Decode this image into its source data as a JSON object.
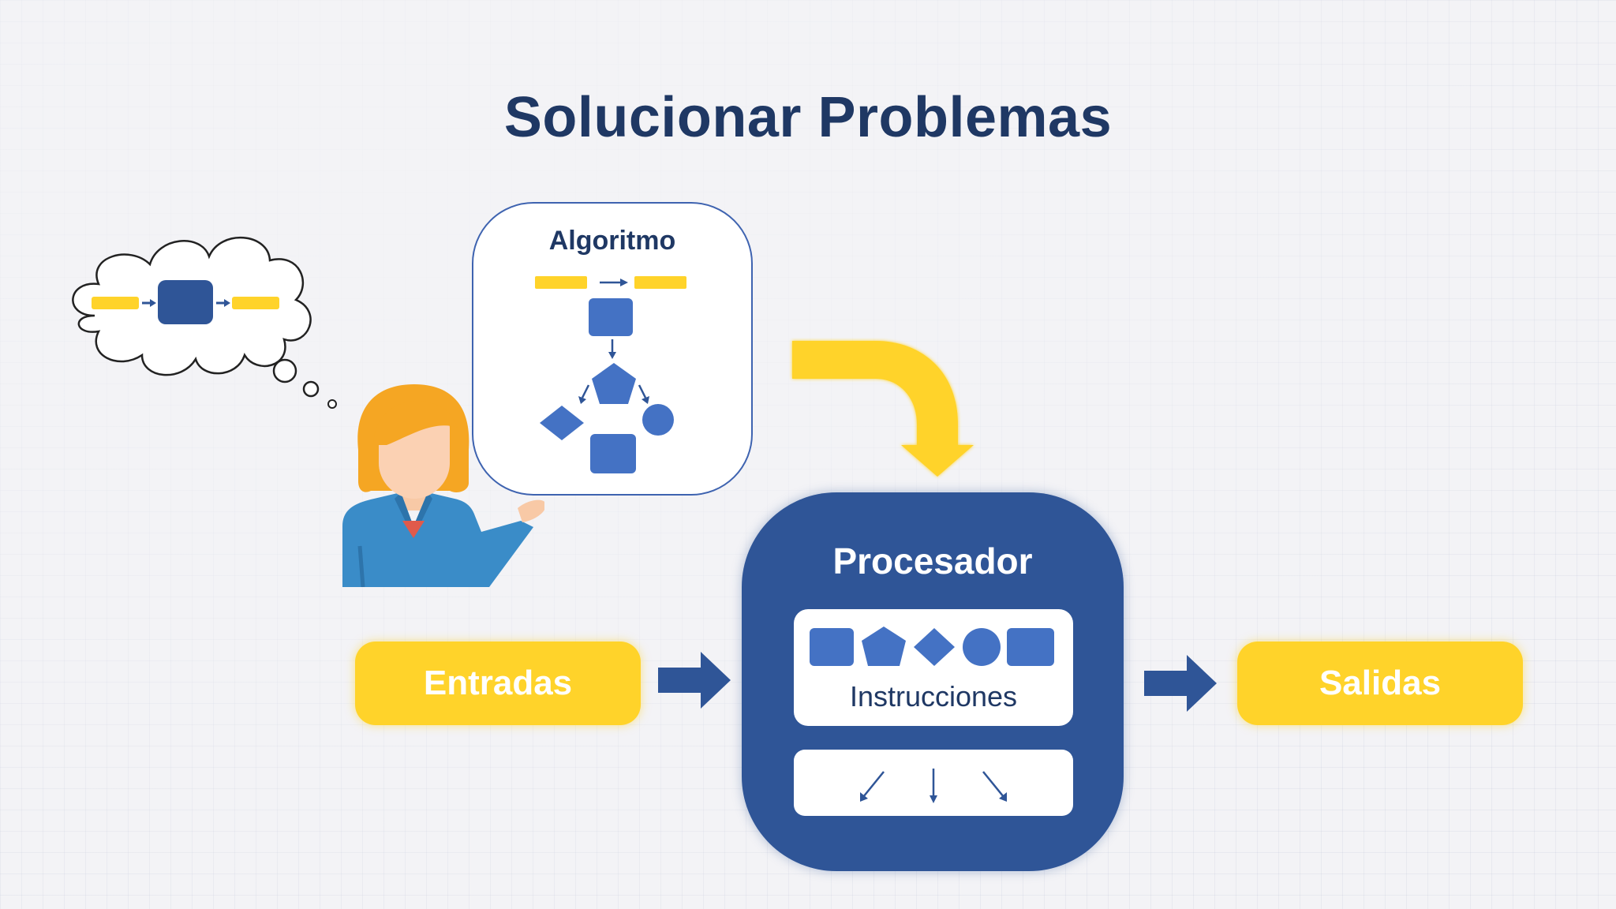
{
  "title": "Solucionar Problemas",
  "algorithm": {
    "label": "Algoritmo"
  },
  "processor": {
    "label": "Procesador",
    "instructions_label": "Instrucciones"
  },
  "inputs_label": "Entradas",
  "outputs_label": "Salidas",
  "colors": {
    "navy": "#1f3864",
    "blue": "#2f5597",
    "shape_blue": "#4472c4",
    "yellow": "#ffd32a"
  },
  "icons": {
    "person": "person-presenting-icon",
    "thought": "thought-cloud-icon",
    "curved_arrow": "curved-arrow-down-icon",
    "right_arrow": "block-arrow-right-icon"
  }
}
